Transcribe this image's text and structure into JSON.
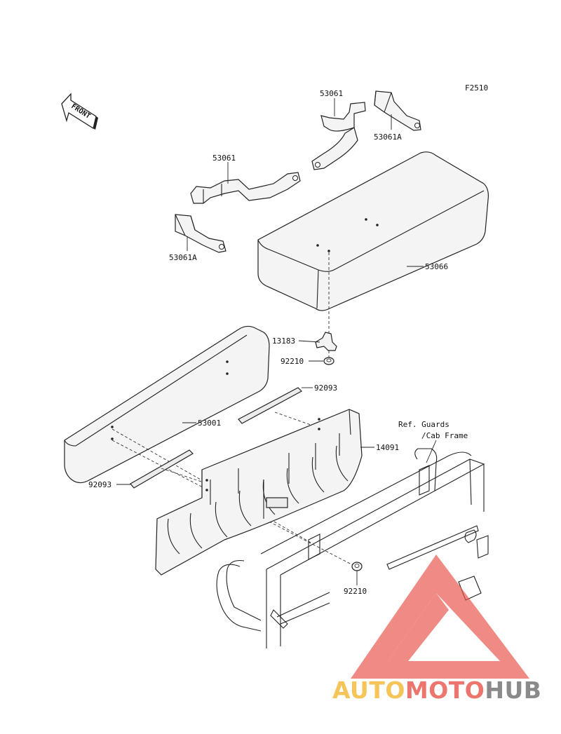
{
  "figure_code": "F2510",
  "front_arrow": {
    "text": "FRONT"
  },
  "callouts": {
    "bracket_right": "53061",
    "bracket_right_a": "53061A",
    "bracket_left": "53061",
    "bracket_left_a": "53061A",
    "seat_cushion": "53066",
    "clamp": "13183",
    "nut_upper": "92210",
    "rod_upper": "92093",
    "backrest": "53001",
    "seat_base": "14091",
    "rod_lower": "92093",
    "nut_lower": "92210"
  },
  "reference_note": {
    "line1": "Ref. Guards",
    "line2": "/Cab Frame"
  },
  "watermark": {
    "part1": "AUTO",
    "part2": "MOTO",
    "part3": "HUB",
    "colors": {
      "auto": "#f5b731",
      "moto": "#e8534a",
      "hub": "#6d6d6d",
      "triangle": "#e8534a"
    }
  }
}
